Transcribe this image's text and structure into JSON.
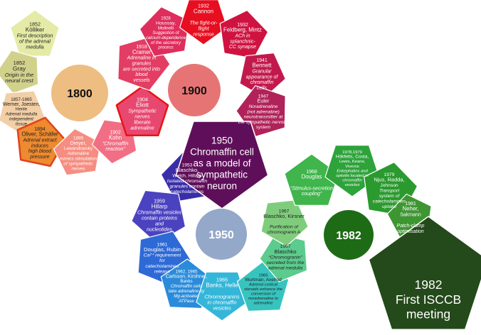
{
  "eras": [
    {
      "id": "era-1800",
      "label": "1800",
      "color": "#EDBD82",
      "text_color": "#111111"
    },
    {
      "id": "era-1900",
      "label": "1900",
      "color": "#E77474",
      "text_color": "#111111"
    },
    {
      "id": "era-1950",
      "label": "1950",
      "color": "#94A8C9",
      "text_color": "#ffffff"
    },
    {
      "id": "era-1982",
      "label": "1982",
      "color": "#1E6B16",
      "text_color": "#ffffff"
    }
  ],
  "highlights": [
    {
      "id": "chromaffin-1950",
      "lines": [
        "1950",
        "Chromaffin cell",
        "as a model of",
        "sympathetic",
        "neuron"
      ],
      "color": "#5F0F5A",
      "text_color": "#ffffff"
    },
    {
      "id": "isccb-1982",
      "lines": [
        "1982",
        "First ISCCB",
        "meeting"
      ],
      "color": "#24491A",
      "text_color": "#ffffff"
    }
  ],
  "milestones": [
    {
      "id": "kolliker-1852",
      "color": "#E5EBA6",
      "text": "#222222",
      "lines": [
        "1852",
        "Kölliker",
        "First description",
        "of the adrenal",
        "medulla"
      ],
      "italic_from": 2
    },
    {
      "id": "gray-1852",
      "color": "#D1D18C",
      "text": "#222222",
      "lines": [
        "1852",
        "Gray",
        "Origin in the",
        "neural crest"
      ],
      "italic_from": 2
    },
    {
      "id": "werner-1857",
      "color": "#F2CFA6",
      "text": "#222222",
      "lines": [
        "1857-1865",
        "Werner, Joesten,",
        "Henle",
        "Adrenal medulla",
        "independent",
        "tissue"
      ],
      "italic_from": 3
    },
    {
      "id": "oliver-1894",
      "color": "#EE8A2F",
      "text": "#222222",
      "border": "#E0421C",
      "lines": [
        "1894",
        "Oliver, Schäfer",
        "Adrenal extract",
        "induces",
        "high blood",
        "pressure"
      ],
      "italic_from": 2
    },
    {
      "id": "dreyer-1899",
      "color": "#F58D80",
      "text": "#ffffff",
      "lines": [
        "1899",
        "Dreyer,",
        "Lewandowsky",
        "Adrenaline",
        "mimics stimulation",
        "of sympathetic",
        "nerves"
      ],
      "italic_from": 3
    },
    {
      "id": "kohn-1902",
      "color": "#F26E84",
      "text": "#ffffff",
      "lines": [
        "1902",
        "Kohn",
        "“Chromaffin",
        "reaction”"
      ],
      "italic_from": 2
    },
    {
      "id": "elliott-1904",
      "color": "#E84770",
      "text": "#ffffff",
      "border": "#E81414",
      "lines": [
        "1904",
        "Eliott",
        "Sympathetic",
        "nerves",
        "liberate",
        "adrenaline"
      ],
      "italic_from": 2
    },
    {
      "id": "cramer-1918",
      "color": "#E33D63",
      "text": "#ffffff",
      "lines": [
        "1918",
        "Cramer",
        "Adrenaline in",
        "granules",
        "are secreted into",
        "blood",
        "vessels"
      ],
      "italic_from": 2
    },
    {
      "id": "houssay-1928",
      "color": "#DF2D5C",
      "text": "#ffffff",
      "lines": [
        "1928",
        "Houssay,",
        "Molinelli",
        "Suggestion of",
        "calcium-dependence",
        "of the secretory",
        "process"
      ],
      "italic_from": 3
    },
    {
      "id": "cannon-1932",
      "color": "#E60E20",
      "text": "#ffffff",
      "lines": [
        "1932",
        "Cannon",
        "",
        "The fight-or-",
        "flight",
        "response"
      ],
      "italic_from": 3
    },
    {
      "id": "feldberg-1932",
      "color": "#CF1341",
      "text": "#ffffff",
      "lines": [
        "1932",
        "Feldberg, Mintz",
        "ACh in",
        "splanchnic-",
        "CC synapse"
      ],
      "italic_from": 2
    },
    {
      "id": "bennett-1941",
      "color": "#C2194D",
      "text": "#ffffff",
      "lines": [
        "1941",
        "Bennett",
        "Granular",
        "appearance of",
        "chromaffin",
        "cells"
      ],
      "italic_from": 2
    },
    {
      "id": "euler-1947",
      "color": "#B02259",
      "text": "#ffffff",
      "lines": [
        "1947",
        "Euler",
        "Noradrenaline",
        "(not adrenaline)",
        "neurotransmitter at",
        "the sympathetic nervous",
        "system"
      ],
      "italic_from": 2
    },
    {
      "id": "blaschko-1953",
      "color": "#3A2EA8",
      "text": "#ffffff",
      "lines": [
        "1953",
        "Blaschko,",
        "Welch, Hillarp",
        "Isolated chromaffin",
        "granules contain",
        "catecholamines"
      ],
      "italic_from": 3
    },
    {
      "id": "hillarp-1959",
      "color": "#4B42C0",
      "text": "#ffffff",
      "lines": [
        "1959",
        "Hillarp",
        "Chromaffin vesicles",
        "contain proteins",
        "and",
        "nucleotides"
      ],
      "italic_from": 2
    },
    {
      "id": "douglas-1961",
      "color": "#2E6AD6",
      "text": "#ffffff",
      "lines": [
        "1961",
        "Douglas, Rubin",
        "Ca²⁺ requirement",
        "for",
        "catecholamines",
        "release"
      ],
      "italic_from": 2
    },
    {
      "id": "carlsson-1962",
      "color": "#2A8BDA",
      "text": "#ffffff",
      "lines": [
        "1962, 1965",
        "Carlsson, Kirshner,",
        "Banks",
        "Chromaffin cells",
        "take adrenaline by",
        "Mg-activated",
        "ATPase"
      ],
      "italic_from": 3
    },
    {
      "id": "banks-1965",
      "color": "#34B6D9",
      "text": "#ffffff",
      "lines": [
        "1965",
        "Banks, Helle",
        "",
        "Chromogranins",
        "in chromaffin",
        "vesicles"
      ],
      "italic_from": 3
    },
    {
      "id": "wurtman-1965",
      "color": "#37C4BF",
      "text": "#222222",
      "lines": [
        "1965",
        "Wurtman, Axelrod",
        "Adrenal cortical",
        "steroids enhance the",
        "conversion of",
        "noradrenaline to",
        "adrenaline"
      ],
      "italic_from": 2
    },
    {
      "id": "blaschko-1967b",
      "color": "#5CCB8E",
      "text": "#222222",
      "lines": [
        "1967",
        "Blaschko",
        "“Chromogranin”",
        "secreted from the",
        "adrenal medulla"
      ],
      "italic_from": 2
    },
    {
      "id": "blaschko-1967a",
      "color": "#7FCD7C",
      "text": "#222222",
      "lines": [
        "1967",
        "Blaschko, Kirsner",
        "",
        "Purification of",
        "chromogranin A"
      ],
      "italic_from": 3
    },
    {
      "id": "douglas-1968",
      "color": "#3FB54B",
      "text": "#ffffff",
      "lines": [
        "1968",
        "Douglas",
        "",
        "“Stimulus-secretion",
        "coupling”"
      ],
      "italic_from": 3
    },
    {
      "id": "hokfelt-1978",
      "color": "#2DA33A",
      "text": "#ffffff",
      "lines": [
        "1978,1979",
        "Hökfelts, Costa,",
        "Lewis, Keane,",
        "Viveros",
        "Enkephalins and",
        "opioids located in",
        "chromaffin",
        "vesicles"
      ],
      "italic_from": 4
    },
    {
      "id": "njus-1979",
      "color": "#2A9A2F",
      "text": "#ffffff",
      "lines": [
        "1979",
        "Njus, Radda,",
        "Johnson",
        "Transport",
        "system of",
        "catecholamines",
        "uptake"
      ],
      "italic_from": 3
    },
    {
      "id": "neher-1981",
      "color": "#3E9632",
      "text": "#ffffff",
      "lines": [
        "1981",
        "Neher,",
        "Sakmann",
        "",
        "Patch-clamp",
        "optimisation"
      ],
      "italic_from": 4
    }
  ]
}
